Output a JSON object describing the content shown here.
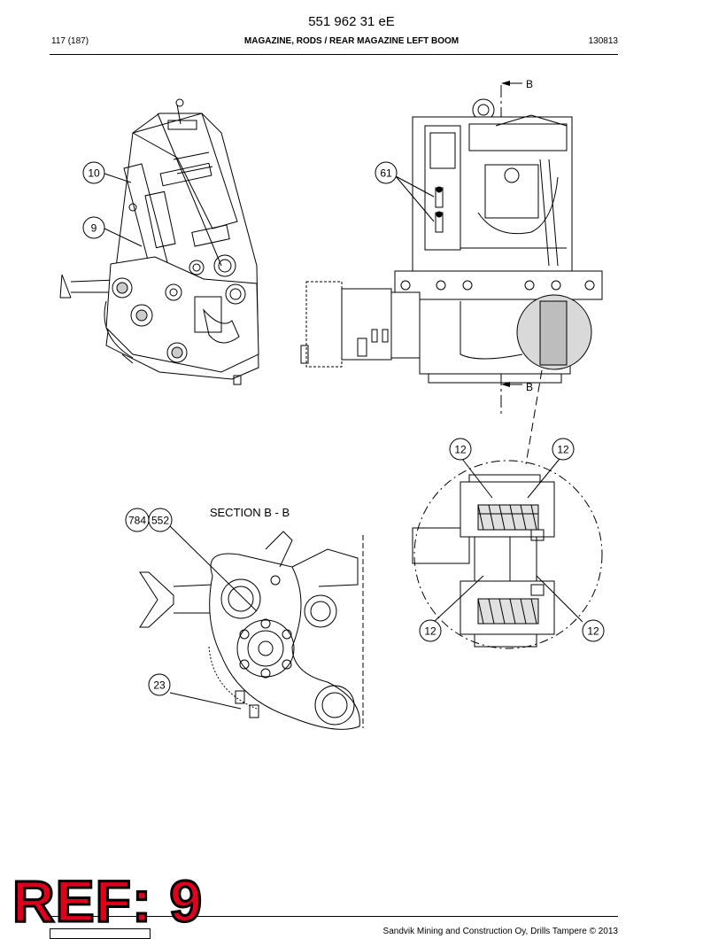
{
  "document": {
    "number": "551 962 31 eE",
    "page": "117 (187)",
    "title": "MAGAZINE, RODS / REAR MAGAZINE LEFT BOOM",
    "code": "130813"
  },
  "drawing": {
    "section_marker": "B",
    "section_title": "SECTION B - B",
    "callouts": {
      "c10": "10",
      "c9": "9",
      "c61": "61",
      "c12a": "12",
      "c12b": "12",
      "c12c": "12",
      "c12d": "12",
      "c784": "784",
      "c552": "552",
      "c23": "23"
    }
  },
  "footer": {
    "copyright": "Sandvik Mining and Construction Oy, Drills Tampere © 2013"
  },
  "stamp": {
    "text": "REF: 9",
    "color": "#e0001b"
  }
}
